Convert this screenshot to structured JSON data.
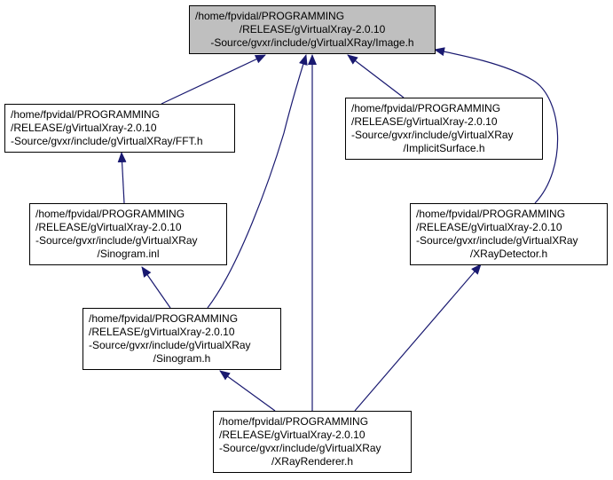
{
  "edge_color": "#191970",
  "root_fill": "#bfbfbf",
  "nodes": {
    "image_h": {
      "lines": [
        "/home/fpvidal/PROGRAMMING",
        "/RELEASE/gVirtualXray-2.0.10",
        "-Source/gvxr/include/gVirtualXRay/Image.h"
      ]
    },
    "fft_h": {
      "lines": [
        "/home/fpvidal/PROGRAMMING",
        "/RELEASE/gVirtualXray-2.0.10",
        "-Source/gvxr/include/gVirtualXRay/FFT.h"
      ]
    },
    "implicit_surface_h": {
      "lines": [
        "/home/fpvidal/PROGRAMMING",
        "/RELEASE/gVirtualXray-2.0.10",
        "-Source/gvxr/include/gVirtualXRay",
        "/ImplicitSurface.h"
      ]
    },
    "sinogram_inl": {
      "lines": [
        "/home/fpvidal/PROGRAMMING",
        "/RELEASE/gVirtualXray-2.0.10",
        "-Source/gvxr/include/gVirtualXRay",
        "/Sinogram.inl"
      ]
    },
    "xray_detector_h": {
      "lines": [
        "/home/fpvidal/PROGRAMMING",
        "/RELEASE/gVirtualXray-2.0.10",
        "-Source/gvxr/include/gVirtualXRay",
        "/XRayDetector.h"
      ]
    },
    "sinogram_h": {
      "lines": [
        "/home/fpvidal/PROGRAMMING",
        "/RELEASE/gVirtualXray-2.0.10",
        "-Source/gvxr/include/gVirtualXRay",
        "/Sinogram.h"
      ]
    },
    "xray_renderer_h": {
      "lines": [
        "/home/fpvidal/PROGRAMMING",
        "/RELEASE/gVirtualXray-2.0.10",
        "-Source/gvxr/include/gVirtualXRay",
        "/XRayRenderer.h"
      ]
    }
  }
}
